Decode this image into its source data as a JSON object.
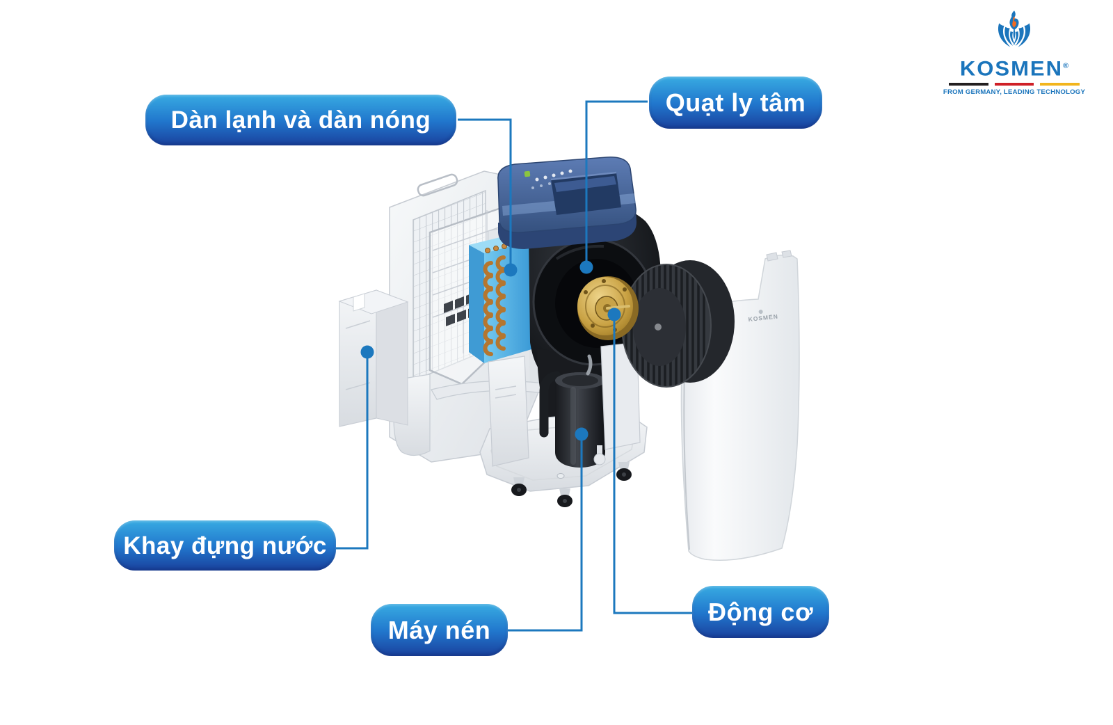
{
  "brand": {
    "name": "KOSMEN",
    "registered": "®",
    "tagline": "FROM GERMANY, LEADING TECHNOLOGY",
    "blue": "#1b75bc",
    "flag_colors": [
      "#231f20",
      "#cf2027",
      "#f2b51d"
    ]
  },
  "diagram": {
    "connector_color": "#1c78be",
    "label_style": {
      "gradient_top": "#38abe2",
      "gradient_bottom": "#1a419d",
      "text_color": "#ffffff"
    },
    "labels": {
      "coils": "Dàn lạnh và dàn nóng",
      "fan": "Quạt ly tâm",
      "tray": "Khay đựng nước",
      "compressor": "Máy nén",
      "motor": "Động cơ"
    }
  },
  "panel_marking": {
    "text": "KOSMEN"
  }
}
